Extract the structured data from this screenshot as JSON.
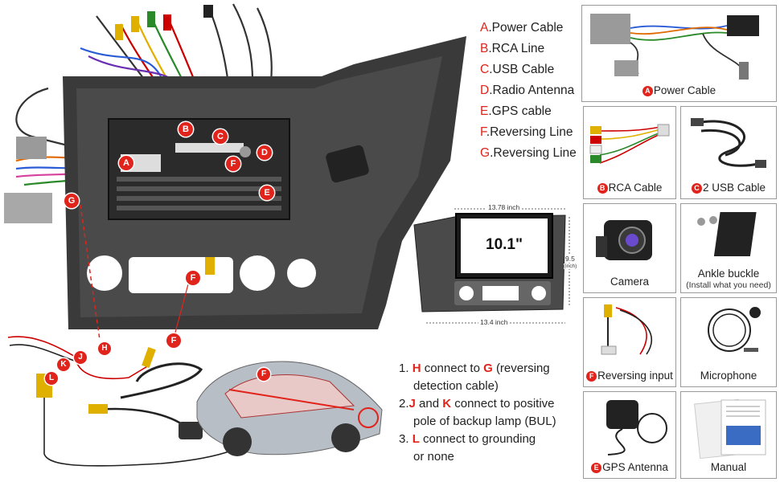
{
  "legend": [
    {
      "key": "A",
      "label": "Power Cable"
    },
    {
      "key": "B",
      "label": "RCA Line"
    },
    {
      "key": "C",
      "label": "USB Cable"
    },
    {
      "key": "D",
      "label": "Radio Antenna"
    },
    {
      "key": "E",
      "label": "GPS cable"
    },
    {
      "key": "F",
      "label": "Reversing Line"
    },
    {
      "key": "G",
      "label": "Reversing Line"
    }
  ],
  "main_markers": [
    "A",
    "B",
    "C",
    "D",
    "E",
    "F",
    "G"
  ],
  "wiring_markers": [
    "K",
    "J",
    "H",
    "L",
    "F"
  ],
  "dimensions": {
    "width": "13.78 inch",
    "height": "9.5",
    "height_unit": "(inch)",
    "bottom": "13.4 inch",
    "screen_size": "10.1\""
  },
  "parts": [
    {
      "marker": "A",
      "label": "Power Cable",
      "sub": ""
    },
    {
      "marker": "B",
      "label": "RCA Cable",
      "sub": ""
    },
    {
      "marker": "C",
      "label": "2 USB Cable",
      "sub": ""
    },
    {
      "marker": "",
      "label": "Camera",
      "sub": ""
    },
    {
      "marker": "",
      "label": "Ankle buckle",
      "sub": "(Install what you need)"
    },
    {
      "marker": "F",
      "label": "Reversing input",
      "sub": ""
    },
    {
      "marker": "",
      "label": "Microphone",
      "sub": ""
    },
    {
      "marker": "E",
      "label": "GPS Antenna",
      "sub": ""
    },
    {
      "marker": "",
      "label": "Manual",
      "sub": ""
    }
  ],
  "steps": [
    {
      "num": "1.",
      "k1": "H",
      "mid": "connect to",
      "k2": "G",
      "rest": "(reversing",
      "line2": "detection cable)"
    },
    {
      "num": "2.",
      "k1": "J",
      "mid": "and",
      "k2": "K",
      "rest": "connect to positive",
      "line2": "pole of backup lamp (BUL)"
    },
    {
      "num": "3.",
      "k1": "L",
      "mid": "connect to grounding",
      "k2": "",
      "rest": "",
      "line2": "or none"
    }
  ],
  "car_marker": "F",
  "colors": {
    "accent": "#e0241b",
    "frame": "#3a3a3a",
    "panel": "#4a4a4a",
    "card_border": "#9a9a9a"
  }
}
